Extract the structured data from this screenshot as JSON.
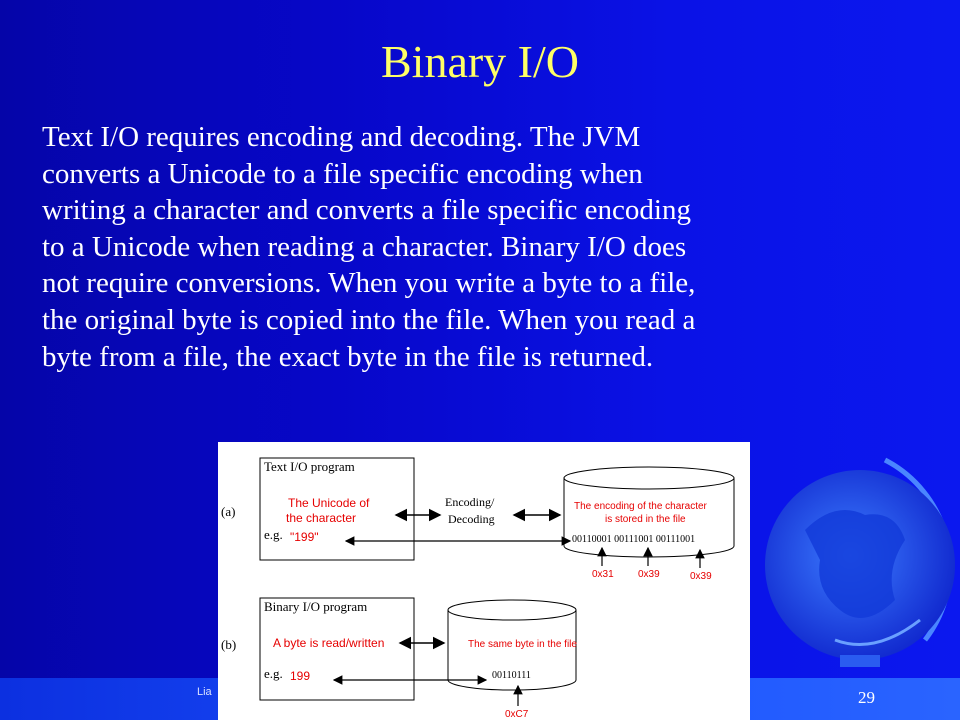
{
  "slide": {
    "title": "Binary I/O",
    "body_lines": [
      "Text I/O requires encoding and decoding. The JVM",
      "converts a Unicode to a file specific encoding when",
      "writing a character and converts a file specific encoding",
      "to a Unicode when reading a character. Binary I/O does",
      "not require conversions. When you write a byte to a file,",
      "the original byte is copied into the file. When you read a",
      "byte from a file, the exact byte in the file is returned."
    ],
    "footer_left": "Lia",
    "page_number": "29"
  },
  "diagram": {
    "panel_a": {
      "label": "(a)",
      "program_title": "Text I/O program",
      "unicode_line1": "The Unicode of",
      "unicode_line2": "the character",
      "eg": "e.g.",
      "eg_value": "\"199\"",
      "encoding_line1": "Encoding/",
      "encoding_line2": "Decoding",
      "file_line1": "The encoding of the character",
      "file_line2": "is stored in the file",
      "bits": "00110001 00111001 00111001",
      "hex": [
        "0x31",
        "0x39",
        "0x39"
      ]
    },
    "panel_b": {
      "label": "(b)",
      "program_title": "Binary I/O program",
      "byte_text": "A byte is read/written",
      "eg": "e.g.",
      "eg_value": "199",
      "file_line1": "The same byte in the file",
      "bits": "00110111",
      "hex": "0xC7"
    },
    "colors": {
      "text_red": "#e60000",
      "background": "#ffffff"
    }
  },
  "icons": {
    "globe": "globe-icon"
  }
}
